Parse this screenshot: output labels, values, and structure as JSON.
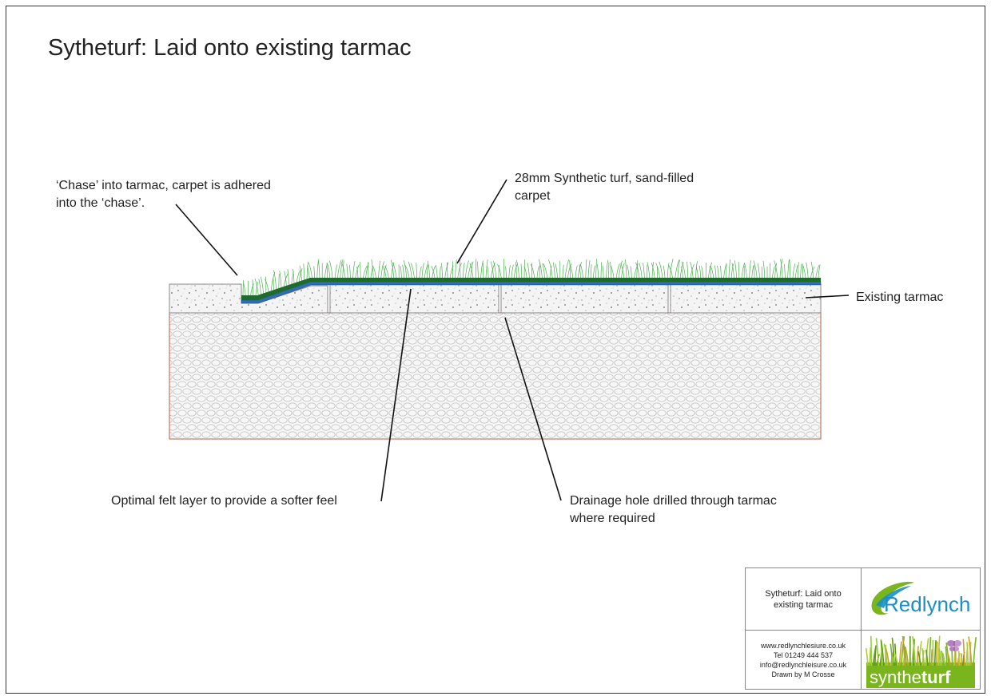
{
  "title": "Sytheturf: Laid onto existing tarmac",
  "labels": {
    "chase_line1": "‘Chase’ into tarmac, carpet is adhered",
    "chase_line2": "into the ‘chase’.",
    "turf_line1": "28mm Synthetic turf, sand-filled",
    "turf_line2": "carpet",
    "tarmac": "Existing tarmac",
    "felt": "Optimal felt layer to provide a softer feel",
    "drain_line1": "Drainage hole drilled through tarmac",
    "drain_line2": "where required"
  },
  "title_block": {
    "title_line1": "Sytheturf: Laid onto",
    "title_line2": "existing tarmac",
    "website": "www.redlynchlesiure.co.uk",
    "tel": "Tel 01249 444 537",
    "email": "info@redlynchleisure.co.uk",
    "drawn_by": "Drawn by M Crosse",
    "logo_redlynch": "Redlynch",
    "logo_syntheturf_a": "synthe",
    "logo_syntheturf_b": "turf"
  },
  "colors": {
    "turf_dark": "#1f6b2e",
    "turf_grass": "#4caf50",
    "felt_blue": "#2f6db5",
    "subbase_border": "#b0614a",
    "logo_green": "#7ab51d",
    "logo_blue": "#1a8fc7",
    "butterfly": "#b77fc2"
  }
}
